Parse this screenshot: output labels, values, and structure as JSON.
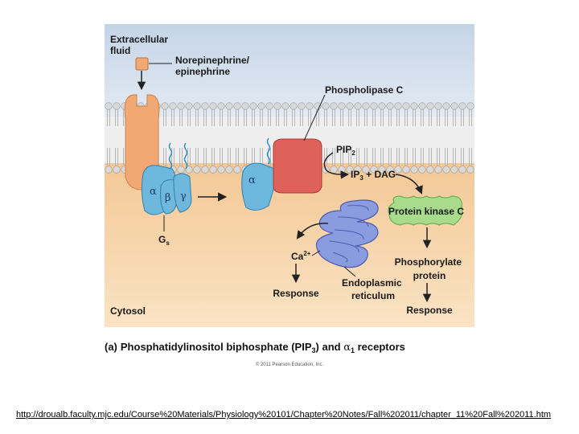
{
  "labels": {
    "extracellular": [
      "Extracellular",
      "fluid"
    ],
    "norepinephrine": [
      "Norepinephrine/",
      "epinephrine"
    ],
    "phospholipase": "Phospholipase C",
    "pip2": "PIP",
    "pip2_sub": "2",
    "ip3": "IP",
    "ip3_sub": "3",
    "ip3_rest": " + DAG",
    "pkc": "Protein kinase C",
    "alpha": "α",
    "beta": "β",
    "gamma": "γ",
    "gs": "G",
    "gs_sub": "s",
    "ca": "Ca",
    "ca_sup": "2+",
    "response_left": "Response",
    "er": [
      "Endoplasmic",
      "reticulum"
    ],
    "phosphorylate": [
      "Phosphorylate",
      "protein"
    ],
    "response_right": "Response",
    "cytosol": "Cytosol"
  },
  "caption": {
    "letter": "(a)",
    "text": "Phosphatidylinositol biphosphate (PIP",
    "sub": "3",
    "text2": ") and ",
    "alpha": "α",
    "alpha_sub": "1",
    "text3": " receptors"
  },
  "copyright": "© 2011 Pearson Education, Inc.",
  "source_url": "http://droualb.faculty.mjc.edu/Course%20Materials/Physiology%20101/Chapter%20Notes/Fall%202011/chapter_11%20Fall%202011.htm",
  "colors": {
    "extracellular_top": "#c4d4e8",
    "extracellular_bottom": "#dfe7f1",
    "cytosol": "#f7d7ae",
    "receptor": "#f2a873",
    "g_protein": "#6fb8dd",
    "plc": "#e0605a",
    "pkc": "#a8db8c",
    "er": "#8b9be0",
    "lipid_head": "#d8d8d8"
  }
}
